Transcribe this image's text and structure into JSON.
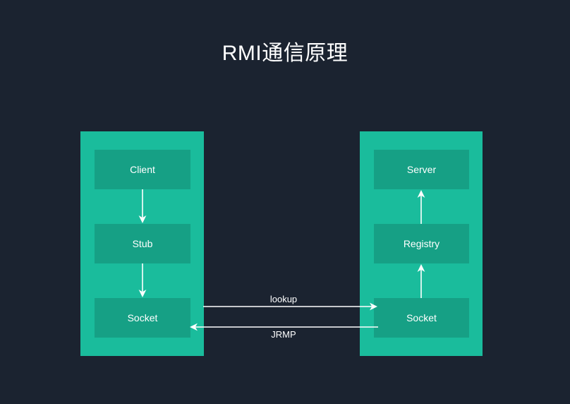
{
  "diagram": {
    "title": "RMI通信原理",
    "background_color": "#1b2330",
    "panel_color": "#1abc9c",
    "node_color": "#16a085",
    "text_color": "#ffffff",
    "connector_color": "#ffffff",
    "panels": [
      {
        "id": "client-side",
        "nodes": [
          {
            "id": "client",
            "label": "Client"
          },
          {
            "id": "stub",
            "label": "Stub"
          },
          {
            "id": "socket-client",
            "label": "Socket"
          }
        ]
      },
      {
        "id": "server-side",
        "nodes": [
          {
            "id": "server",
            "label": "Server"
          },
          {
            "id": "registry",
            "label": "Registry"
          },
          {
            "id": "socket-server",
            "label": "Socket"
          }
        ]
      }
    ],
    "connectors": [
      {
        "id": "client-to-stub",
        "from": "client",
        "to": "stub",
        "direction": "down",
        "label": ""
      },
      {
        "id": "stub-to-socket",
        "from": "stub",
        "to": "socket-client",
        "direction": "down",
        "label": ""
      },
      {
        "id": "registry-to-server",
        "from": "registry",
        "to": "server",
        "direction": "up",
        "label": ""
      },
      {
        "id": "socket-to-registry",
        "from": "socket-server",
        "to": "registry",
        "direction": "up",
        "label": ""
      },
      {
        "id": "lookup",
        "from": "socket-client",
        "to": "socket-server",
        "direction": "right",
        "label": "lookup"
      },
      {
        "id": "jrmp",
        "from": "socket-server",
        "to": "socket-client",
        "direction": "left",
        "label": "JRMP"
      }
    ]
  }
}
